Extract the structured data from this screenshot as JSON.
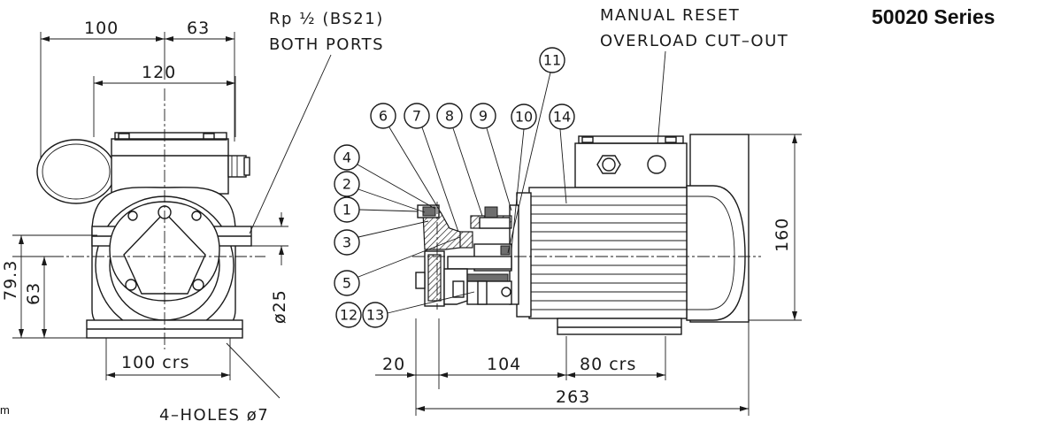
{
  "title": "50020 Series",
  "notes": {
    "ports_line1": "Rp ½ (BS21)",
    "ports_line2": "BOTH PORTS",
    "reset_line1": "MANUAL RESET",
    "reset_line2": "OVERLOAD CUT–OUT",
    "holes": "4–HOLES ø7",
    "edge_text": "m"
  },
  "dimensions": {
    "top_left": "100",
    "top_right": "63",
    "width_120": "120",
    "height_79_3": "79.3",
    "height_63": "63",
    "dia_25": "ø25",
    "base_crs": "100 crs",
    "d20": "20",
    "d104": "104",
    "d80crs": "80 crs",
    "d263": "263",
    "h160": "160"
  },
  "balloons": [
    "1",
    "2",
    "3",
    "4",
    "5",
    "6",
    "7",
    "8",
    "9",
    "10",
    "11",
    "12",
    "13",
    "14"
  ]
}
